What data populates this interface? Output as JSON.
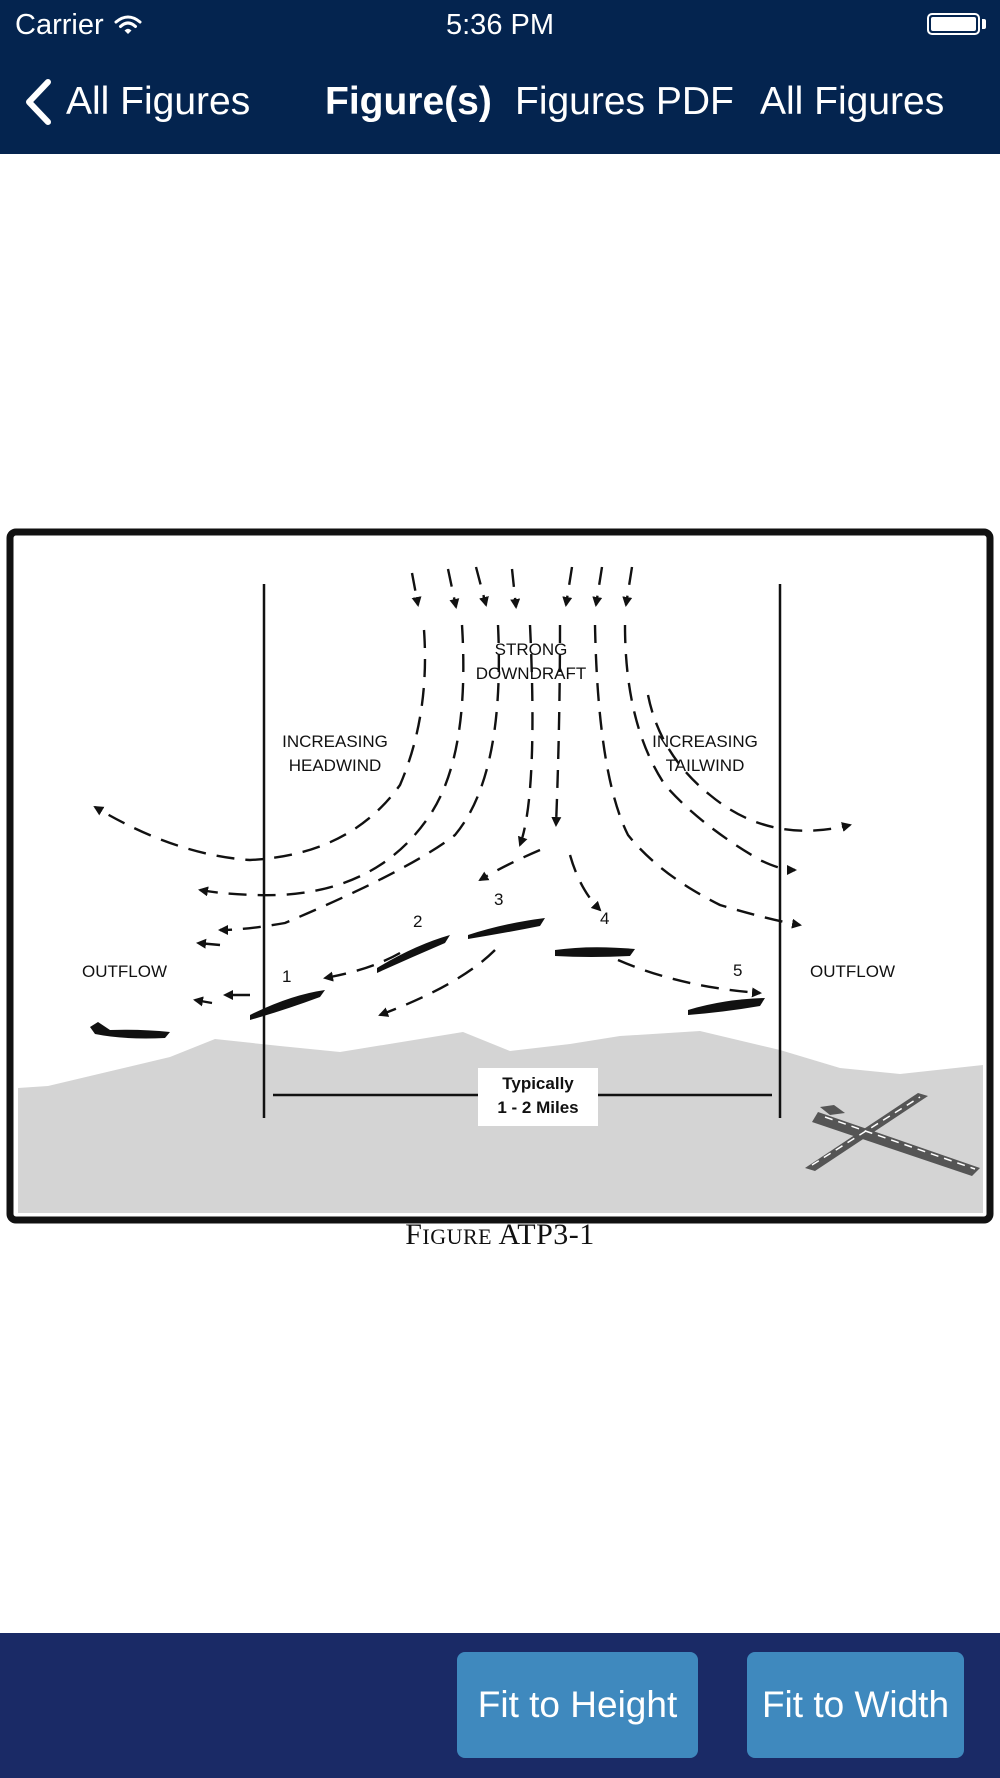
{
  "status_bar": {
    "carrier": "Carrier",
    "time": "5:36 PM",
    "icons": [
      "wifi-icon",
      "battery-icon"
    ]
  },
  "nav": {
    "back_label": "All Figures",
    "back_icon": "chevron-left-icon",
    "tabs": [
      {
        "label": "Figure(s)",
        "active": true
      },
      {
        "label": "Figures PDF",
        "active": false
      },
      {
        "label": "All Figures",
        "active": false
      }
    ]
  },
  "figure": {
    "labels": {
      "strong_downdraft": [
        "STRONG",
        "DOWNDRAFT"
      ],
      "increasing_headwind": [
        "INCREASING",
        "HEADWIND"
      ],
      "increasing_tailwind": [
        "INCREASING",
        "TAILWIND"
      ],
      "outflow_left": "OUTFLOW",
      "outflow_right": "OUTFLOW",
      "distance": [
        "Typically",
        "1 - 2 Miles"
      ],
      "positions": [
        "1",
        "2",
        "3",
        "4",
        "5"
      ]
    },
    "caption_first": "F",
    "caption_small": "IGURE",
    "caption_rest": " ATP3-1"
  },
  "footer": {
    "fit_height_label": "Fit to Height",
    "fit_width_label": "Fit to Width"
  },
  "colors": {
    "header_bg": "#04244f",
    "footer_bg": "#1a2a66",
    "button_bg": "#3f89be",
    "ground": "#d4d4d4"
  }
}
